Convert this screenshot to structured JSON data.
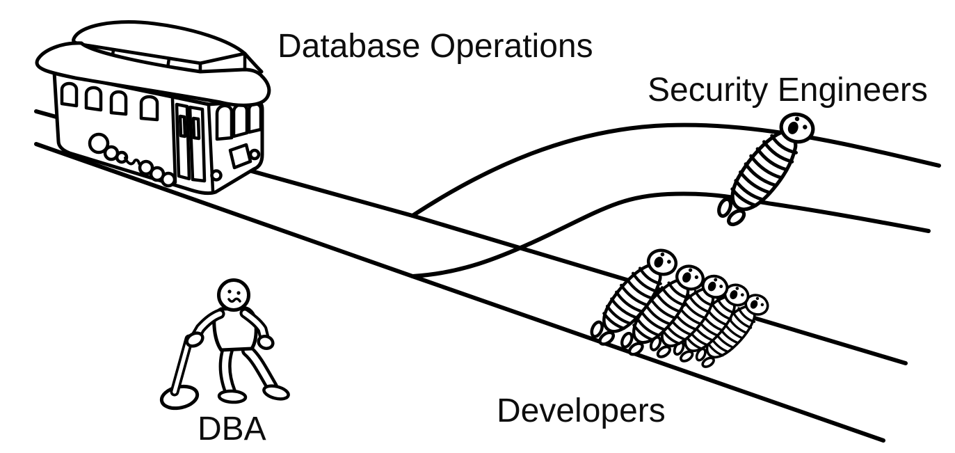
{
  "scene": {
    "type": "trolley-problem-cartoon",
    "background_color": "#ffffff",
    "ink_color": "#000000",
    "trolley_on_track": 1,
    "people_on_upper_branch": 1,
    "people_on_lower_branch": 5,
    "people_at_lever": 1
  },
  "labels": {
    "trolley": "Database Operations",
    "upper_track": "Security Engineers",
    "lower_track": "Developers",
    "lever_operator": "DBA"
  }
}
